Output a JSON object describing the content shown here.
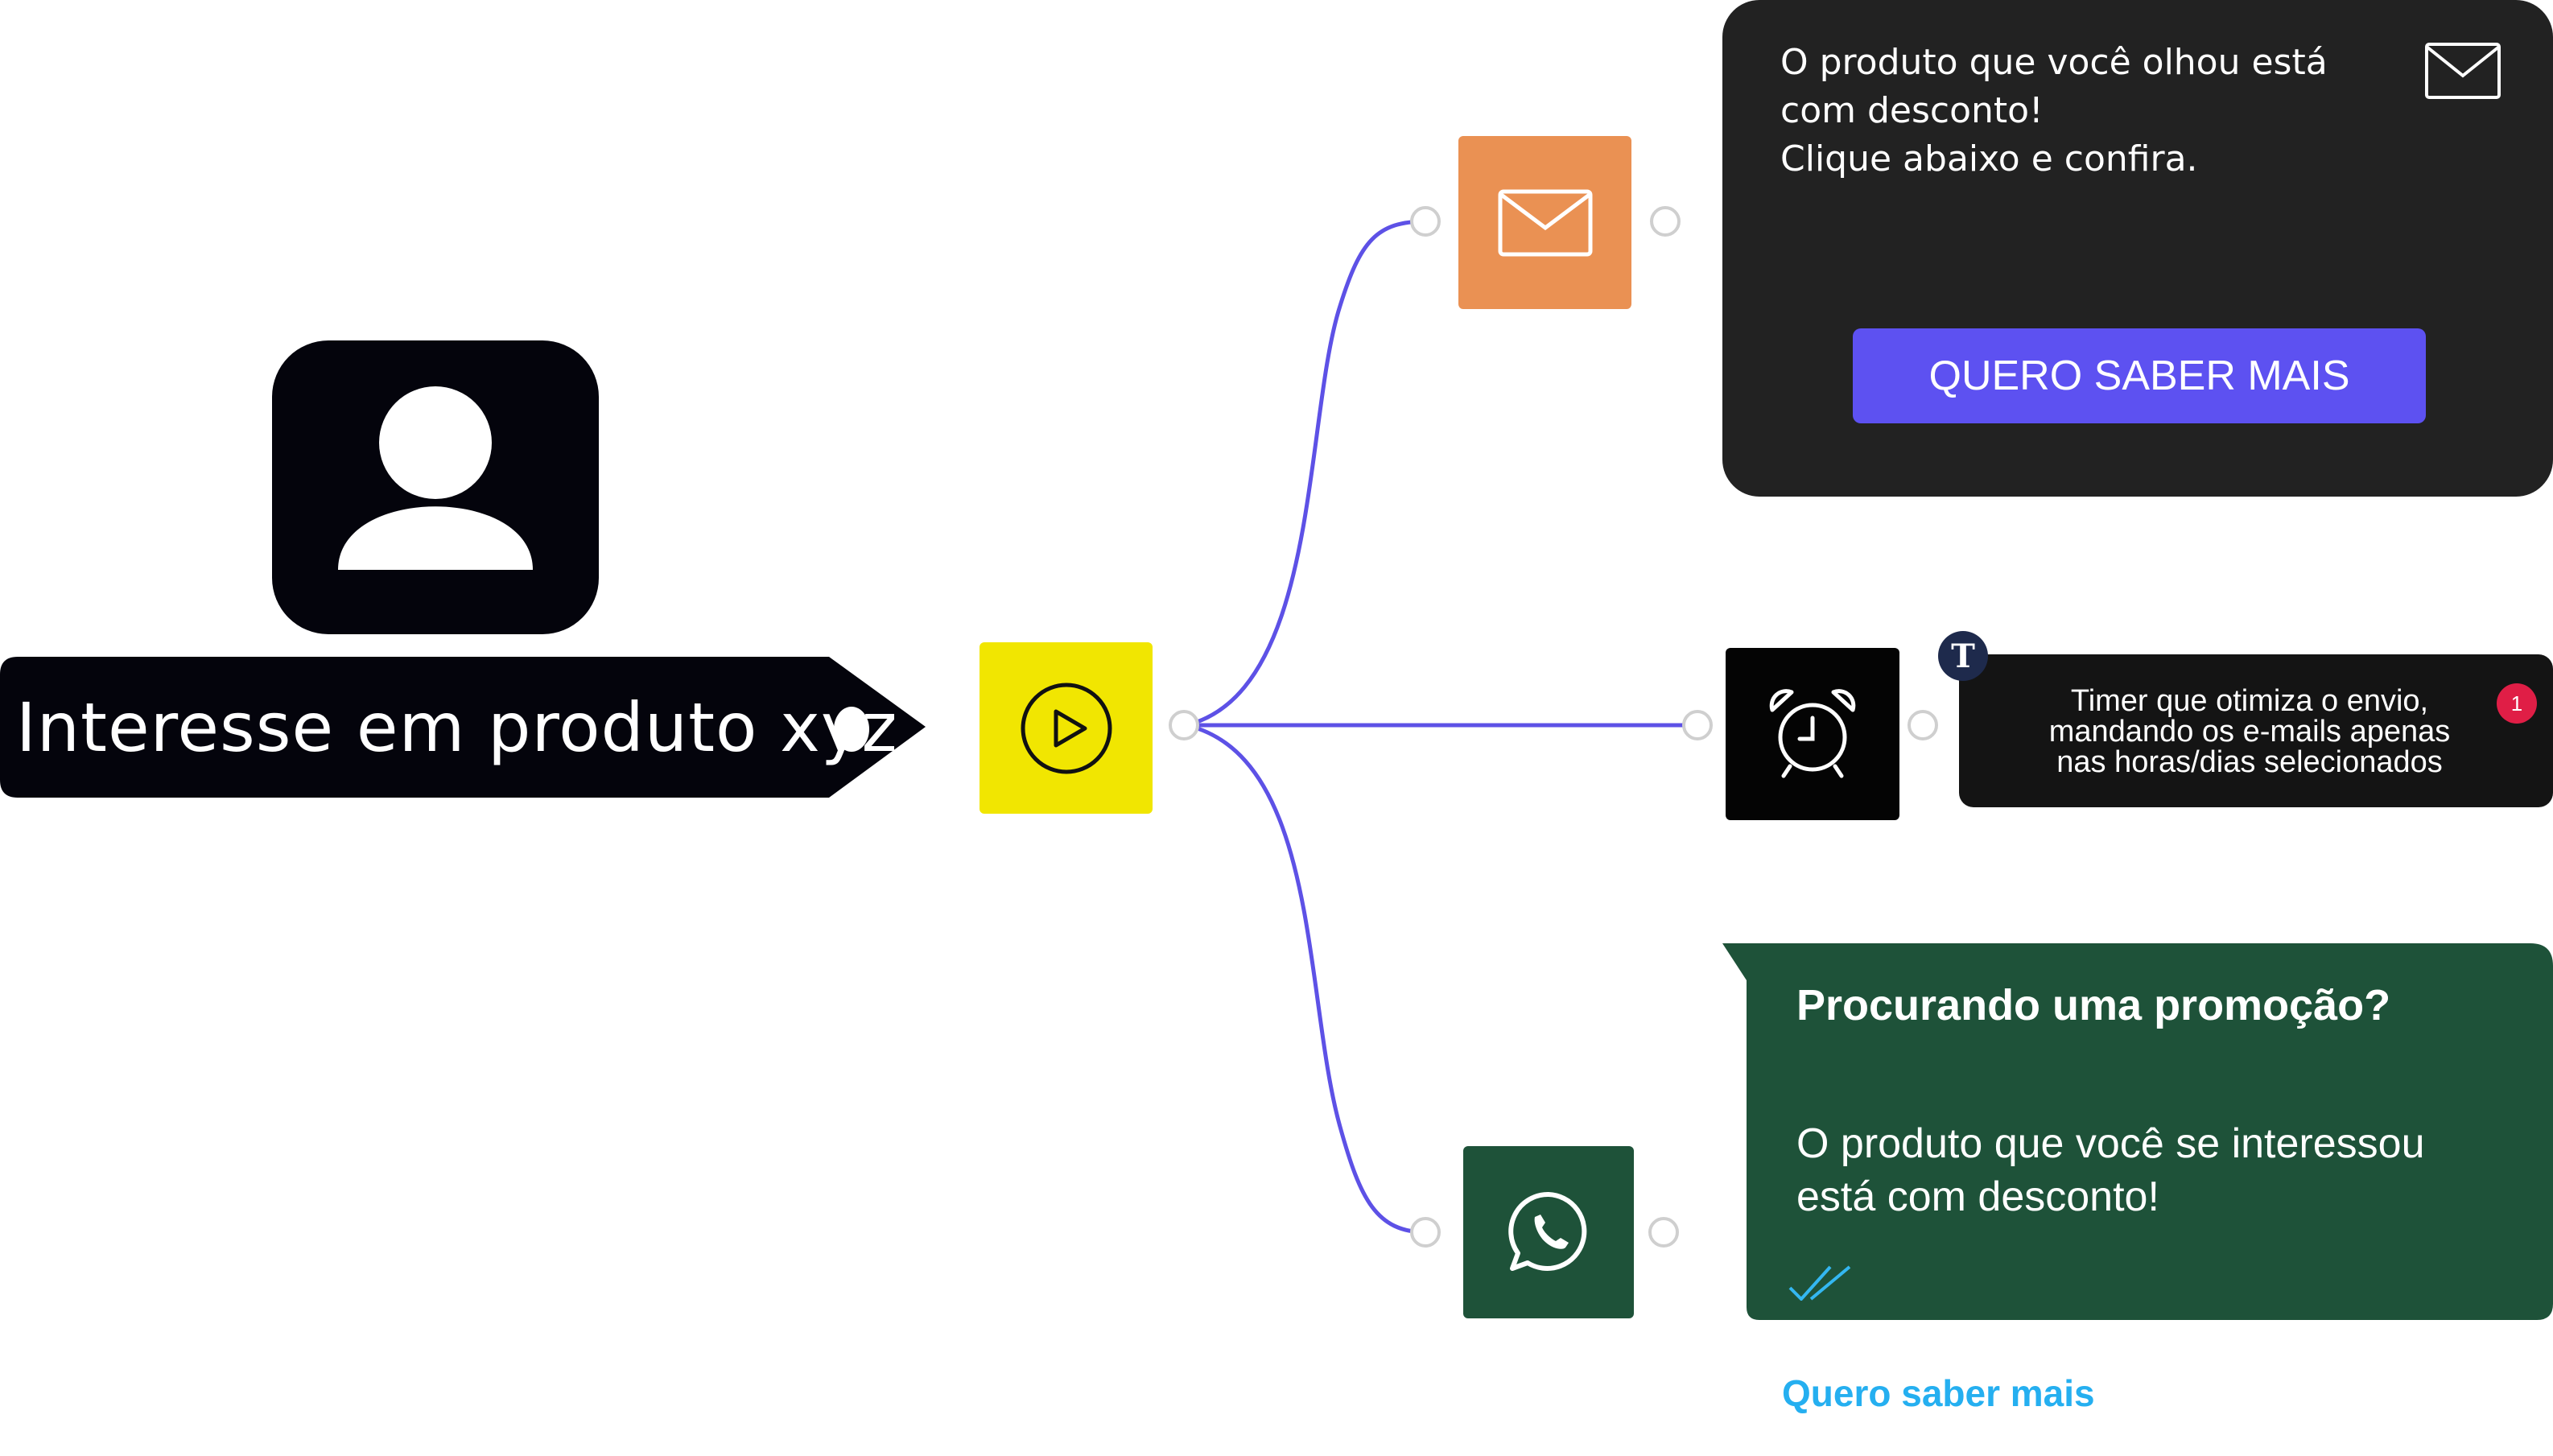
{
  "trigger": {
    "label": "Interesse em produto xyz",
    "avatar_icon": "user-icon",
    "play_icon": "play-icon"
  },
  "email": {
    "tile_icon": "envelope-icon",
    "lines": [
      "O produto que você olhou está",
      "com desconto!",
      "Clique abaixo e confira."
    ],
    "cta_label": "QUERO SABER MAIS",
    "card_icon": "envelope-icon"
  },
  "timer": {
    "tile_icon": "alarm-clock-icon",
    "lines": [
      "Timer que otimiza o envio,",
      "mandando os e-mails apenas",
      "nas horas/dias selecionados"
    ],
    "badge_letter": "T",
    "count": "1"
  },
  "whatsapp": {
    "tile_icon": "whatsapp-icon",
    "title": "Procurando uma promoção?",
    "body_lines": [
      "O produto que você se interessou",
      "está com desconto!"
    ],
    "status_icon": "double-check-icon",
    "link_label": "Quero saber mais"
  },
  "colors": {
    "flow_line": "#5d51e6",
    "email_tile": "#ea9153",
    "start_tile": "#f1e601",
    "whatsapp_green": "#1e5239",
    "cta_purple": "#5d51f1",
    "link_blue": "#25aff0"
  }
}
